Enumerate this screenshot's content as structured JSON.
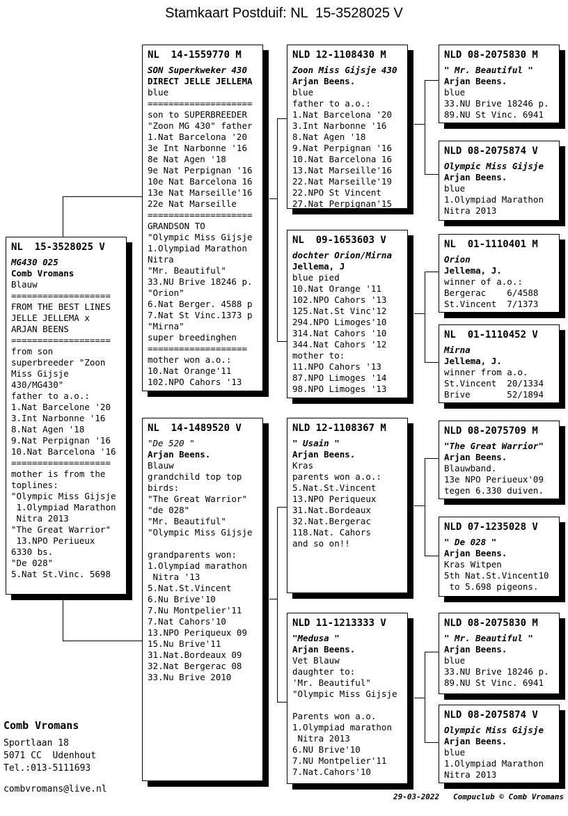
{
  "title": "Stamkaart Postduif: NL  15-3528025 V",
  "colors": {
    "ink": "#000000",
    "paper": "#ffffff"
  },
  "boxes": {
    "subject": {
      "ring": "NL  15-3528025 V",
      "lines": [
        {
          "t": "MG430 025",
          "s": "bi"
        },
        {
          "t": "Comb Vromans",
          "s": "b"
        },
        {
          "t": "Blauw"
        },
        {
          "t": "==================="
        },
        {
          "t": "FROM THE BEST LINES"
        },
        {
          "t": "JELLE JELLEMA x"
        },
        {
          "t": "ARJAN BEENS"
        },
        {
          "t": "==================="
        },
        {
          "t": "from son"
        },
        {
          "t": "superbreeder \"Zoon"
        },
        {
          "t": "Miss Gijsje"
        },
        {
          "t": "430/MG430\""
        },
        {
          "t": "father to a.o.:"
        },
        {
          "t": "1.Nat Barcelone '20"
        },
        {
          "t": "3.Int Narbonne '16"
        },
        {
          "t": "8.Nat Agen '18"
        },
        {
          "t": "9.Nat Perpignan '16"
        },
        {
          "t": "10.Nat Barcelona '16"
        },
        {
          "t": "==================="
        },
        {
          "t": "mother is from the"
        },
        {
          "t": "toplines:"
        },
        {
          "t": "\"Olympic Miss Gijsje"
        },
        {
          "t": " 1.Olympiad Marathon"
        },
        {
          "t": " Nitra 2013"
        },
        {
          "t": "\"The Great Warrior\""
        },
        {
          "t": " 13.NPO Periueux"
        },
        {
          "t": "6330 bs."
        },
        {
          "t": "\"De 028\""
        },
        {
          "t": "5.Nat St.Vinc. 5698"
        }
      ]
    },
    "sire": {
      "ring": "NL  14-1559770 M",
      "lines": [
        {
          "t": "SON Superkweker 430",
          "s": "bi"
        },
        {
          "t": "DIRECT JELLE JELLEMA",
          "s": "b"
        },
        {
          "t": "blue"
        },
        {
          "t": "===================="
        },
        {
          "t": "son to SUPERBREEDER"
        },
        {
          "t": "\"Zoon MG 430\" father"
        },
        {
          "t": "1.Nat Barcelona '20"
        },
        {
          "t": "3e Int Narbonne '16"
        },
        {
          "t": "8e Nat Agen '18"
        },
        {
          "t": "9e Nat Perpignan '16"
        },
        {
          "t": "10e Nat Barcelona 16"
        },
        {
          "t": "13e Nat Marseille'16"
        },
        {
          "t": "22e Nat Marseille"
        },
        {
          "t": "===================="
        },
        {
          "t": "GRANDSON TO"
        },
        {
          "t": "\"Olympic Miss Gijsje"
        },
        {
          "t": "1.Olympiad Marathon"
        },
        {
          "t": "Nitra"
        },
        {
          "t": "\"Mr. Beautiful\""
        },
        {
          "t": "33.NU Brive 18246 p."
        },
        {
          "t": "\"Orion\""
        },
        {
          "t": "6.Nat Berger. 4588 p"
        },
        {
          "t": "7.Nat St Vinc.1373 p"
        },
        {
          "t": "\"Mirna\""
        },
        {
          "t": "super breedinghen"
        },
        {
          "t": "==================="
        },
        {
          "t": "mother won a.o.:"
        },
        {
          "t": "10.Nat Orange'11"
        },
        {
          "t": "102.NPO Cahors '13"
        }
      ]
    },
    "dam": {
      "ring": "NL  14-1489520 V",
      "lines": [
        {
          "t": "\"De 520 \"",
          "s": "i"
        },
        {
          "t": "Arjan Beens.",
          "s": "b"
        },
        {
          "t": "Blauw"
        },
        {
          "t": "grandchild top top"
        },
        {
          "t": "birds:"
        },
        {
          "t": "\"The Great Warrior\""
        },
        {
          "t": "\"de 028\""
        },
        {
          "t": "\"Mr. Beautiful\""
        },
        {
          "t": "\"Olympic Miss Gijsje"
        },
        {
          "t": ""
        },
        {
          "t": "grandparents won:"
        },
        {
          "t": "1.Olympiad marathon"
        },
        {
          "t": " Nitra '13"
        },
        {
          "t": "5.Nat.St.Vincent"
        },
        {
          "t": "6.Nu Brive'10"
        },
        {
          "t": "7.Nu Montpelier'11"
        },
        {
          "t": "7.Nat Cahors'10"
        },
        {
          "t": "13.NPO Periqueux 09"
        },
        {
          "t": "15.Nu Brive'11"
        },
        {
          "t": "31.Nat.Bordeaux 09"
        },
        {
          "t": "32.Nat Bergerac 08"
        },
        {
          "t": "33.Nu Brive 2010"
        }
      ]
    },
    "g1": {
      "ring": "NLD 12-1108430 M",
      "lines": [
        {
          "t": "Zoon Miss Gijsje 430",
          "s": "bi"
        },
        {
          "t": "Arjan Beens.",
          "s": "b"
        },
        {
          "t": "blue"
        },
        {
          "t": "father to a.o.:"
        },
        {
          "t": "1.Nat Barcelona '20"
        },
        {
          "t": "3.Int Narbonne '16"
        },
        {
          "t": "8.Nat Agen '18"
        },
        {
          "t": "9.Nat Perpignan '16"
        },
        {
          "t": "10.Nat Barcelona 16"
        },
        {
          "t": "13.Nat Marseille'16"
        },
        {
          "t": "22.Nat Marseille'19"
        },
        {
          "t": "22.NPO St Vincent"
        },
        {
          "t": "27.Nat Perpignan'15"
        }
      ]
    },
    "g2": {
      "ring": "NL  09-1653603 V",
      "lines": [
        {
          "t": "dochter Orion/Mirna",
          "s": "bi"
        },
        {
          "t": "Jellema, J",
          "s": "b"
        },
        {
          "t": "blue pied"
        },
        {
          "t": "10.Nat Orange '11"
        },
        {
          "t": "102.NPO Cahors '13"
        },
        {
          "t": "125.Nat.St Vinc'12"
        },
        {
          "t": "294.NPO Limoges'10"
        },
        {
          "t": "314.Nat Cahors '10"
        },
        {
          "t": "344.Nat Cahors '12"
        },
        {
          "t": "mother to:"
        },
        {
          "t": "11.NPO Cahors '13"
        },
        {
          "t": "87.NPO Limoges '14"
        },
        {
          "t": "98.NPO Limoges '13"
        }
      ]
    },
    "g3": {
      "ring": "NLD 12-1108367 M",
      "lines": [
        {
          "t": "\" Usain \"",
          "s": "bi"
        },
        {
          "t": "Arjan Beens.",
          "s": "b"
        },
        {
          "t": "Kras"
        },
        {
          "t": "parents won a.o.:"
        },
        {
          "t": "5.Nat.St.Vincent"
        },
        {
          "t": "13.NPO Periqueux"
        },
        {
          "t": "31.Nat.Bordeaux"
        },
        {
          "t": "32.Nat.Bergerac"
        },
        {
          "t": "118.Nat. Cahors"
        },
        {
          "t": "and so on!!"
        }
      ]
    },
    "g4": {
      "ring": "NLD 11-1213333 V",
      "lines": [
        {
          "t": "\"Medusa \"",
          "s": "bi"
        },
        {
          "t": "Arjan Beens.",
          "s": "b"
        },
        {
          "t": "Vet Blauw"
        },
        {
          "t": "daughter to:"
        },
        {
          "t": "'Mr. Beautiful\""
        },
        {
          "t": "\"Olympic Miss Gijsje"
        },
        {
          "t": ""
        },
        {
          "t": "Parents won a.o."
        },
        {
          "t": "1.Olympiad marathon"
        },
        {
          "t": " Nitra 2013"
        },
        {
          "t": "6.NU Brive'10"
        },
        {
          "t": "7.NU Montpelier'11"
        },
        {
          "t": "7.Nat.Cahors'10"
        }
      ]
    },
    "gg1": {
      "ring": "NLD 08-2075830 M",
      "lines": [
        {
          "t": "\" Mr. Beautiful \"",
          "s": "bi"
        },
        {
          "t": "Arjan Beens.",
          "s": "b"
        },
        {
          "t": "blue"
        },
        {
          "t": "33.NU Brive 18246 p."
        },
        {
          "t": "89.NU St Vinc. 6941"
        }
      ]
    },
    "gg2": {
      "ring": "NLD 08-2075874 V",
      "lines": [
        {
          "t": "Olympic Miss Gijsje",
          "s": "bi"
        },
        {
          "t": "Arjan Beens.",
          "s": "b"
        },
        {
          "t": "blue"
        },
        {
          "t": "1.Olympiad Marathon"
        },
        {
          "t": "Nitra 2013"
        }
      ]
    },
    "gg3": {
      "ring": "NL  01-1110401 M",
      "lines": [
        {
          "t": "Orion",
          "s": "bi"
        },
        {
          "t": "Jellema, J.",
          "s": "b"
        },
        {
          "t": "winner of a.o.:"
        },
        {
          "t": "Bergerac    6/4588"
        },
        {
          "t": "St.Vincent  7/1373"
        }
      ]
    },
    "gg4": {
      "ring": "NL  01-1110452 V",
      "lines": [
        {
          "t": "Mirna",
          "s": "bi"
        },
        {
          "t": "Jellema, J.",
          "s": "b"
        },
        {
          "t": "winner from a.o."
        },
        {
          "t": "St.Vincent  20/1334"
        },
        {
          "t": "Brive       52/1894"
        }
      ]
    },
    "gg5": {
      "ring": "NLD 08-2075709 M",
      "lines": [
        {
          "t": "\"The Great Warrior\"",
          "s": "bi"
        },
        {
          "t": "Arjan Beens.",
          "s": "b"
        },
        {
          "t": "Blauwband."
        },
        {
          "t": "13e NPO Periueux'09"
        },
        {
          "t": "tegen 6.330 duiven."
        }
      ]
    },
    "gg6": {
      "ring": "NLD 07-1235028 V",
      "lines": [
        {
          "t": "\" De 028 \"",
          "s": "bi"
        },
        {
          "t": "Arjan Beens.",
          "s": "b"
        },
        {
          "t": "Kras Witpen"
        },
        {
          "t": "5th Nat.St.Vincent10"
        },
        {
          "t": " to 5.698 pigeons."
        }
      ]
    },
    "gg7": {
      "ring": "NLD 08-2075830 M",
      "lines": [
        {
          "t": "\" Mr. Beautiful \"",
          "s": "bi"
        },
        {
          "t": "Arjan Beens.",
          "s": "b"
        },
        {
          "t": "blue"
        },
        {
          "t": "33.NU Brive 18246 p."
        },
        {
          "t": "89.NU St Vinc. 6941"
        }
      ]
    },
    "gg8": {
      "ring": "NLD 08-2075874 V",
      "lines": [
        {
          "t": "Olympic Miss Gijsje",
          "s": "bi"
        },
        {
          "t": "Arjan Beens.",
          "s": "b"
        },
        {
          "t": "blue"
        },
        {
          "t": "1.Olympiad Marathon"
        },
        {
          "t": "Nitra 2013"
        }
      ]
    }
  },
  "footer": {
    "owner": "Comb Vromans",
    "address1": "Sportlaan 18",
    "address2": "5071 CC  Udenhout",
    "phone": "Tel.:013-5111693",
    "email": "combvromans@live.nl",
    "credit": "29-03-2022   Compuclub © Comb Vromans"
  }
}
